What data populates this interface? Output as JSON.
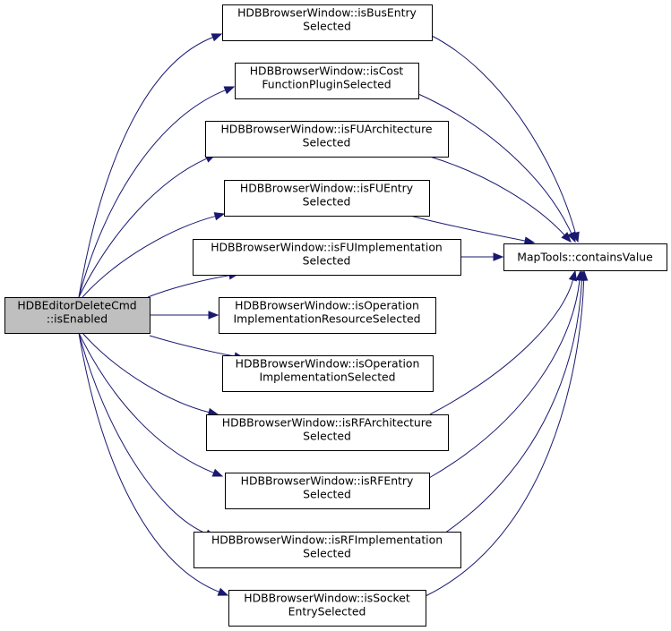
{
  "colors": {
    "edge": "#191970",
    "node_border": "#000000",
    "node_fill": "#ffffff",
    "root_fill": "#bfbfbf",
    "background": "#ffffff"
  },
  "graph": {
    "root": {
      "lines": [
        "HDBEditorDeleteCmd",
        "::isEnabled"
      ]
    },
    "callees": [
      {
        "id": "isBusEntrySelected",
        "lines": [
          "HDBBrowserWindow::isBusEntry",
          "Selected"
        ]
      },
      {
        "id": "isCostFunctionPluginSelected",
        "lines": [
          "HDBBrowserWindow::isCost",
          "FunctionPluginSelected"
        ]
      },
      {
        "id": "isFUArchitectureSelected",
        "lines": [
          "HDBBrowserWindow::isFUArchitecture",
          "Selected"
        ]
      },
      {
        "id": "isFUEntrySelected",
        "lines": [
          "HDBBrowserWindow::isFUEntry",
          "Selected"
        ]
      },
      {
        "id": "isFUImplementationSelected",
        "lines": [
          "HDBBrowserWindow::isFUImplementation",
          "Selected"
        ]
      },
      {
        "id": "isOperationImplementationResourceSelected",
        "lines": [
          "HDBBrowserWindow::isOperation",
          "ImplementationResourceSelected"
        ]
      },
      {
        "id": "isOperationImplementationSelected",
        "lines": [
          "HDBBrowserWindow::isOperation",
          "ImplementationSelected"
        ]
      },
      {
        "id": "isRFArchitectureSelected",
        "lines": [
          "HDBBrowserWindow::isRFArchitecture",
          "Selected"
        ]
      },
      {
        "id": "isRFEntrySelected",
        "lines": [
          "HDBBrowserWindow::isRFEntry",
          "Selected"
        ]
      },
      {
        "id": "isRFImplementationSelected",
        "lines": [
          "HDBBrowserWindow::isRFImplementation",
          "Selected"
        ]
      },
      {
        "id": "isSocketEntrySelected",
        "lines": [
          "HDBBrowserWindow::isSocket",
          "EntrySelected"
        ]
      }
    ],
    "target": {
      "lines": [
        "MapTools::containsValue"
      ]
    },
    "edges": [
      {
        "from": "root",
        "to": "isBusEntrySelected"
      },
      {
        "from": "root",
        "to": "isCostFunctionPluginSelected"
      },
      {
        "from": "root",
        "to": "isFUArchitectureSelected"
      },
      {
        "from": "root",
        "to": "isFUEntrySelected"
      },
      {
        "from": "root",
        "to": "isFUImplementationSelected"
      },
      {
        "from": "root",
        "to": "isOperationImplementationResourceSelected"
      },
      {
        "from": "root",
        "to": "isOperationImplementationSelected"
      },
      {
        "from": "root",
        "to": "isRFArchitectureSelected"
      },
      {
        "from": "root",
        "to": "isRFEntrySelected"
      },
      {
        "from": "root",
        "to": "isRFImplementationSelected"
      },
      {
        "from": "root",
        "to": "isSocketEntrySelected"
      },
      {
        "from": "isBusEntrySelected",
        "to": "target"
      },
      {
        "from": "isCostFunctionPluginSelected",
        "to": "target"
      },
      {
        "from": "isFUArchitectureSelected",
        "to": "target"
      },
      {
        "from": "isFUEntrySelected",
        "to": "target"
      },
      {
        "from": "isFUImplementationSelected",
        "to": "target"
      },
      {
        "from": "isRFArchitectureSelected",
        "to": "target"
      },
      {
        "from": "isRFEntrySelected",
        "to": "target"
      },
      {
        "from": "isRFImplementationSelected",
        "to": "target"
      },
      {
        "from": "isSocketEntrySelected",
        "to": "target"
      }
    ]
  }
}
